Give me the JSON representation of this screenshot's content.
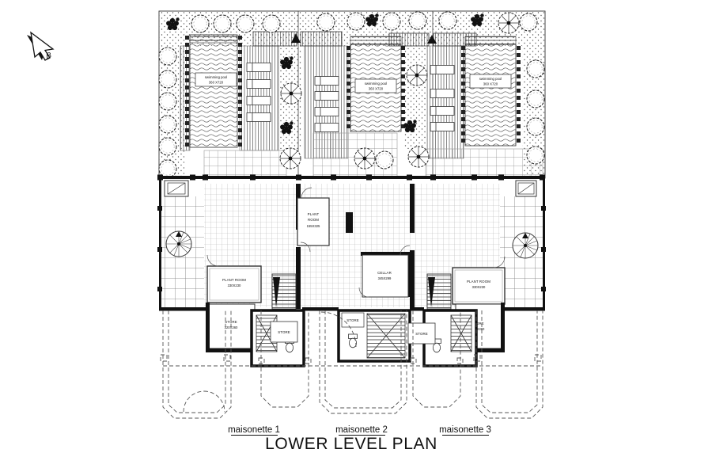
{
  "cursor": {
    "label": "B"
  },
  "plan": {
    "pool_label": {
      "line1": "swimming pool",
      "line2": "360 X720"
    },
    "rooms": {
      "plant_mid": {
        "l1": "PLANT",
        "l2": "ROOM",
        "l3": "155X325"
      },
      "cellar": {
        "l1": "CELLAR",
        "l2": "345X299"
      },
      "plant_side": {
        "l1": "PLANT ROOM",
        "l2": "330X230"
      },
      "store_side": {
        "l1": "STORE",
        "l2": "320X360"
      },
      "store_small": "STORE"
    },
    "units": [
      {
        "label": "maisonette 1"
      },
      {
        "label": "maisonette 2"
      },
      {
        "label": "maisonette 3"
      }
    ],
    "title": "LOWER LEVEL PLAN"
  },
  "colors": {
    "ink": "#1a1a1a",
    "paper": "#ffffff"
  }
}
